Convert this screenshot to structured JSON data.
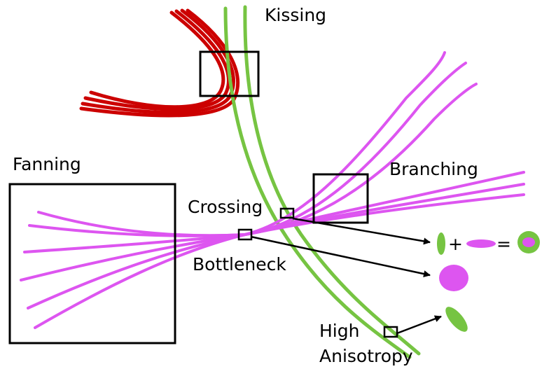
{
  "labels": {
    "kissing": "Kissing",
    "fanning": "Fanning",
    "branching": "Branching",
    "crossing": "Crossing",
    "bottleneck": "Bottleneck",
    "high": "High",
    "anisotropy": "Anisotropy"
  },
  "equation": {
    "plus": "+",
    "equals": "="
  },
  "colors": {
    "red_bundle": "#cc0000",
    "green_bundle": "#76c442",
    "magenta_bundle": "#dd55f0",
    "box": "#000000"
  }
}
